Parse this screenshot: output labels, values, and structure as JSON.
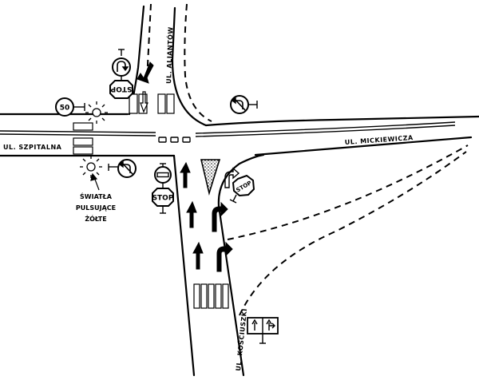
{
  "streets": {
    "szpitalna": "UL. SZPITALNA",
    "alliantow": "UL. ALIANTÓW",
    "mickiewicza": "UL. MICKIEWICZA",
    "kosciuszki": "UL. KOŚCIUSZKI"
  },
  "signs": {
    "speed_limit": "50",
    "stop_north": "STOP",
    "stop_south": "STOP",
    "stop_east": "STOP"
  },
  "note": {
    "line1": "ŚWIATŁA",
    "line2": "PULSUJĄCE",
    "line3": "ŻÓŁTE"
  },
  "colors": {
    "ink": "#000000",
    "paper": "#ffffff"
  }
}
